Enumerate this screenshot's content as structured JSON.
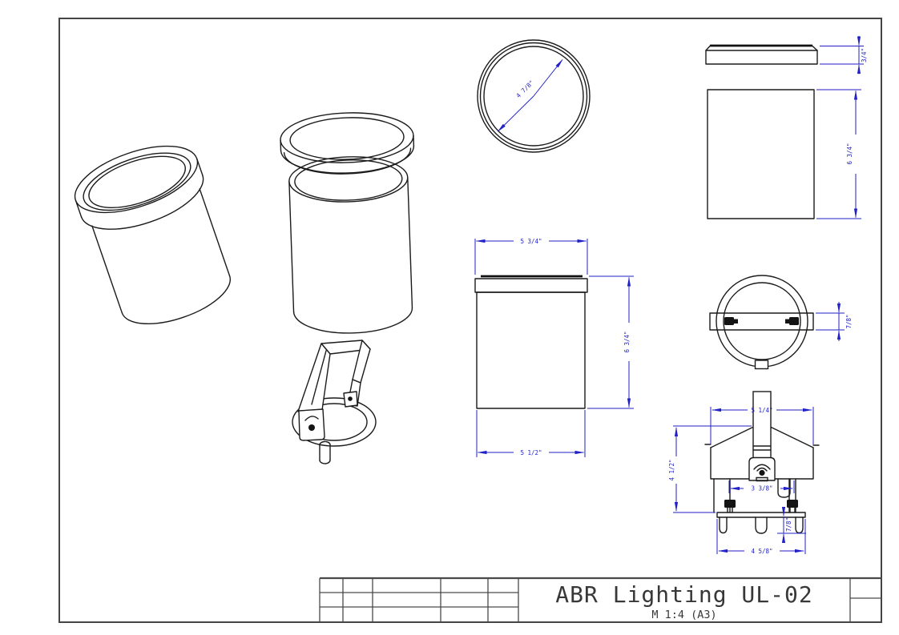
{
  "title_block": {
    "title": "ABR Lighting UL-02",
    "scale_note": "M 1:4 (A3)"
  },
  "dimensions": {
    "top_view_diameter": "4 7/8\"",
    "trim_ring_thickness": "3/4\"",
    "housing_side_height": "6 3/4\"",
    "front_top_width": "5 3/4\"",
    "front_overall_height": "6 3/4\"",
    "front_body_width": "5 1/2\"",
    "ring_bar_width": "7/8\"",
    "bracket_top_width": "5 1/4\"",
    "bracket_overall_height": "4 1/2\"",
    "bracket_bolt_spacing": "3 3/8\"",
    "bracket_tab_length": "7/8\"",
    "bracket_bottom_width": "4 5/8\""
  },
  "colors": {
    "line": "#1b1b1b",
    "dimension": "#2121c6",
    "border": "#4a4a4a",
    "paper": "#ffffff"
  }
}
